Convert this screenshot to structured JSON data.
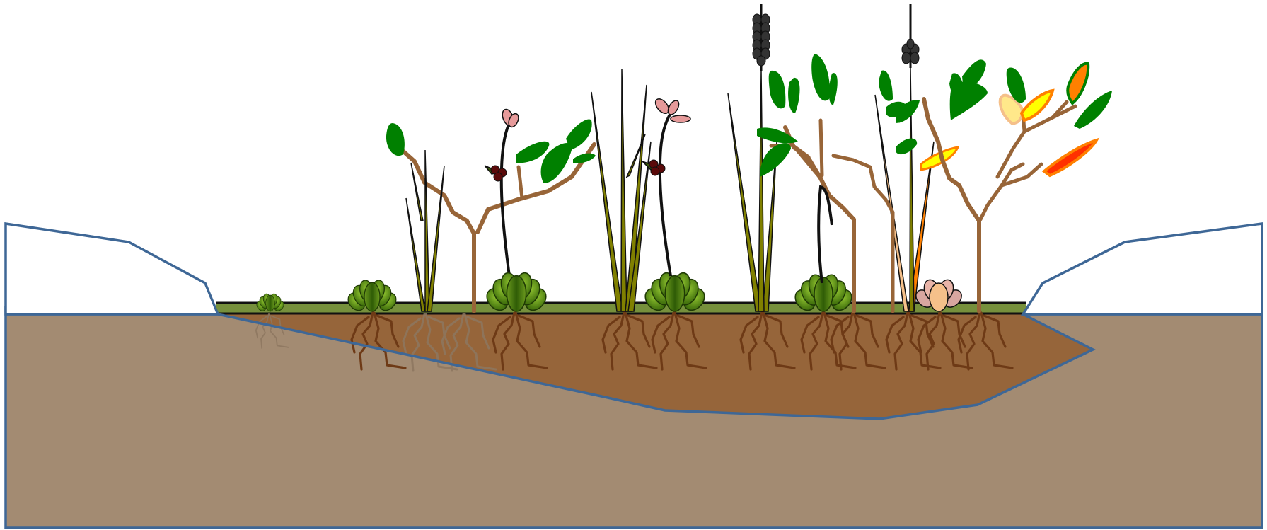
{
  "diagram": {
    "colors": {
      "background": "#ffffff",
      "subsoil": "#a38b72",
      "topsoil": "#96653a",
      "outline": "#3e6796",
      "surface_green": "#76903c",
      "stem_brown": "#986538",
      "root_brown": "#6e3a16",
      "root_faded": "#8d7760",
      "leaf_green": "#008000",
      "grass_olive": "#808000",
      "rosette_dark": "#3b6a0a",
      "rosette_light": "#6b9a1e",
      "seedhead": "#333333",
      "flower_pink": "#e69a9a",
      "berry_dark": "#5a0a0a",
      "autumn_yellow": "#ffff00",
      "autumn_orange": "#ff8000",
      "autumn_red": "#ff3000",
      "pale_peach": "#f5c08a"
    },
    "elements": [
      {
        "name": "subsoil-layer",
        "type": "soil"
      },
      {
        "name": "topsoil-layer",
        "type": "soil"
      },
      {
        "name": "ground-surface",
        "type": "surface"
      },
      {
        "name": "left-bank",
        "type": "embankment"
      },
      {
        "name": "right-bank",
        "type": "embankment"
      },
      {
        "name": "rosette-plant",
        "count": 7
      },
      {
        "name": "shrub",
        "count": 4
      },
      {
        "name": "grass-clump",
        "count": 4
      },
      {
        "name": "flowering-stem",
        "count": 3
      },
      {
        "name": "cereal-stalk",
        "count": 2
      },
      {
        "name": "root-system",
        "count": 14
      }
    ]
  }
}
